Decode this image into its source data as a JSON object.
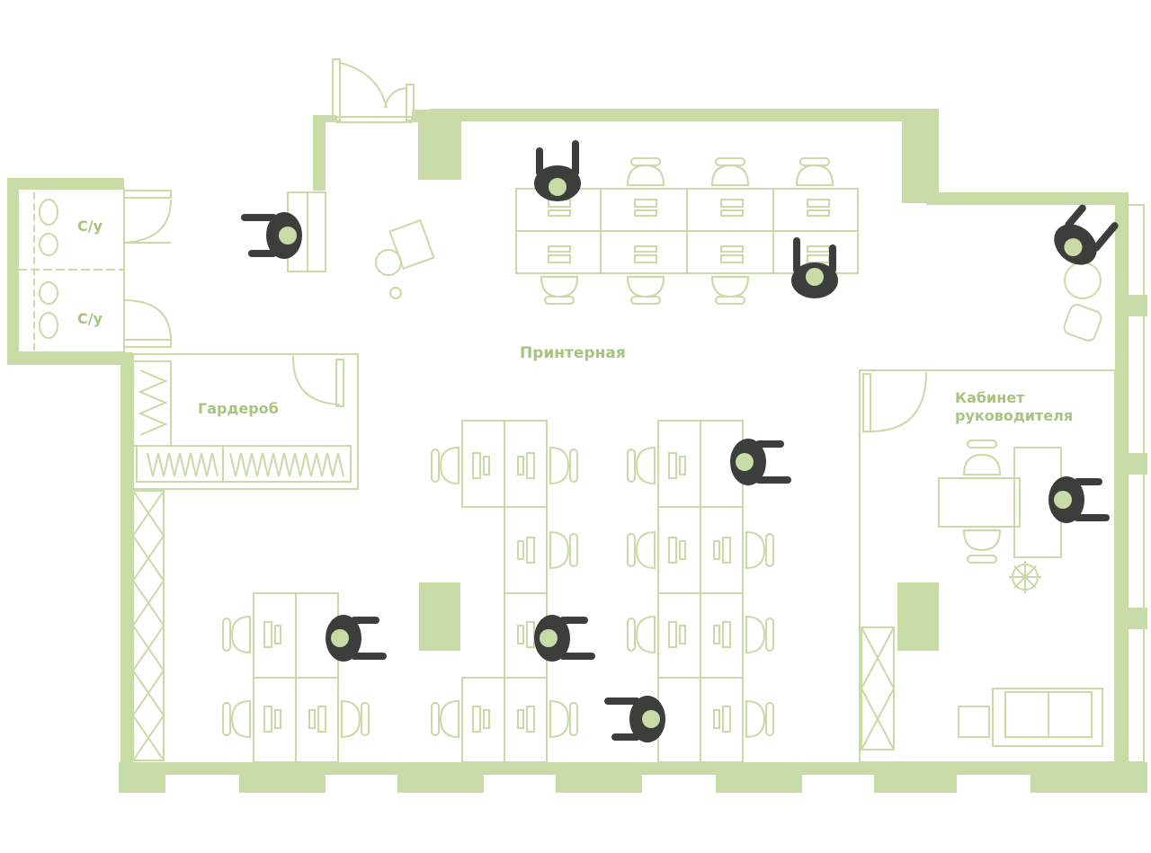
{
  "plan": {
    "colors": {
      "wall": "#c8dba6",
      "label": "#a6c47d",
      "person": "#3b3e3a"
    },
    "rooms": {
      "wc_top": "С/у",
      "wc_bottom": "С/у",
      "printer_room": "Принтерная",
      "wardrobe": "Гардероб",
      "director_office_line1": "Кабинет",
      "director_office_line2": "руководителя"
    }
  }
}
